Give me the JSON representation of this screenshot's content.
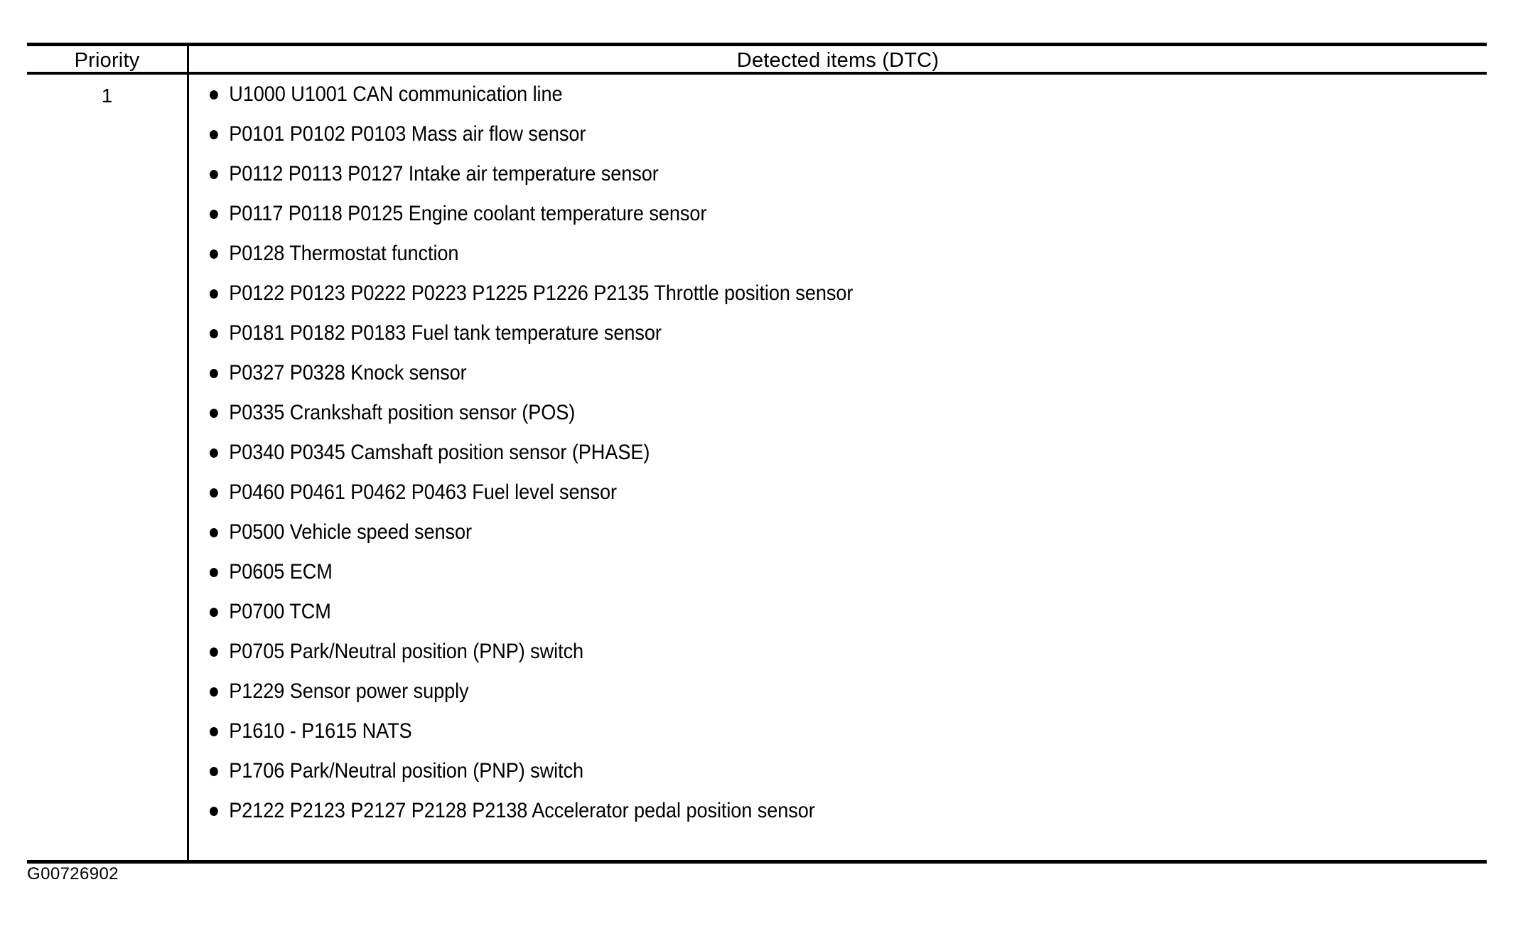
{
  "document": {
    "figure_id": "G00726902",
    "background_color": "#fefefe",
    "text_color": "#000000"
  },
  "table": {
    "columns": [
      {
        "key": "priority",
        "header": "Priority"
      },
      {
        "key": "detected_items",
        "header": "Detected items (DTC)"
      }
    ],
    "rows": [
      {
        "priority": "1",
        "detected_items": [
          "U1000 U1001 CAN communication line",
          "P0101 P0102 P0103 Mass air flow sensor",
          "P0112 P0113 P0127 Intake air temperature sensor",
          "P0117 P0118 P0125 Engine coolant temperature sensor",
          "P0128 Thermostat function",
          "P0122 P0123 P0222 P0223 P1225 P1226 P2135 Throttle position sensor",
          "P0181 P0182 P0183 Fuel tank temperature sensor",
          "P0327 P0328 Knock sensor",
          "P0335 Crankshaft position sensor (POS)",
          "P0340 P0345 Camshaft position sensor (PHASE)",
          "P0460 P0461 P0462 P0463 Fuel level sensor",
          "P0500 Vehicle speed sensor",
          "P0605 ECM",
          "P0700 TCM",
          "P0705 Park/Neutral position (PNP) switch",
          "P1229 Sensor power supply",
          "P1610 - P1615 NATS",
          "P1706 Park/Neutral position (PNP) switch",
          "P2122 P2123 P2127 P2128 P2138 Accelerator pedal position sensor"
        ]
      }
    ]
  }
}
